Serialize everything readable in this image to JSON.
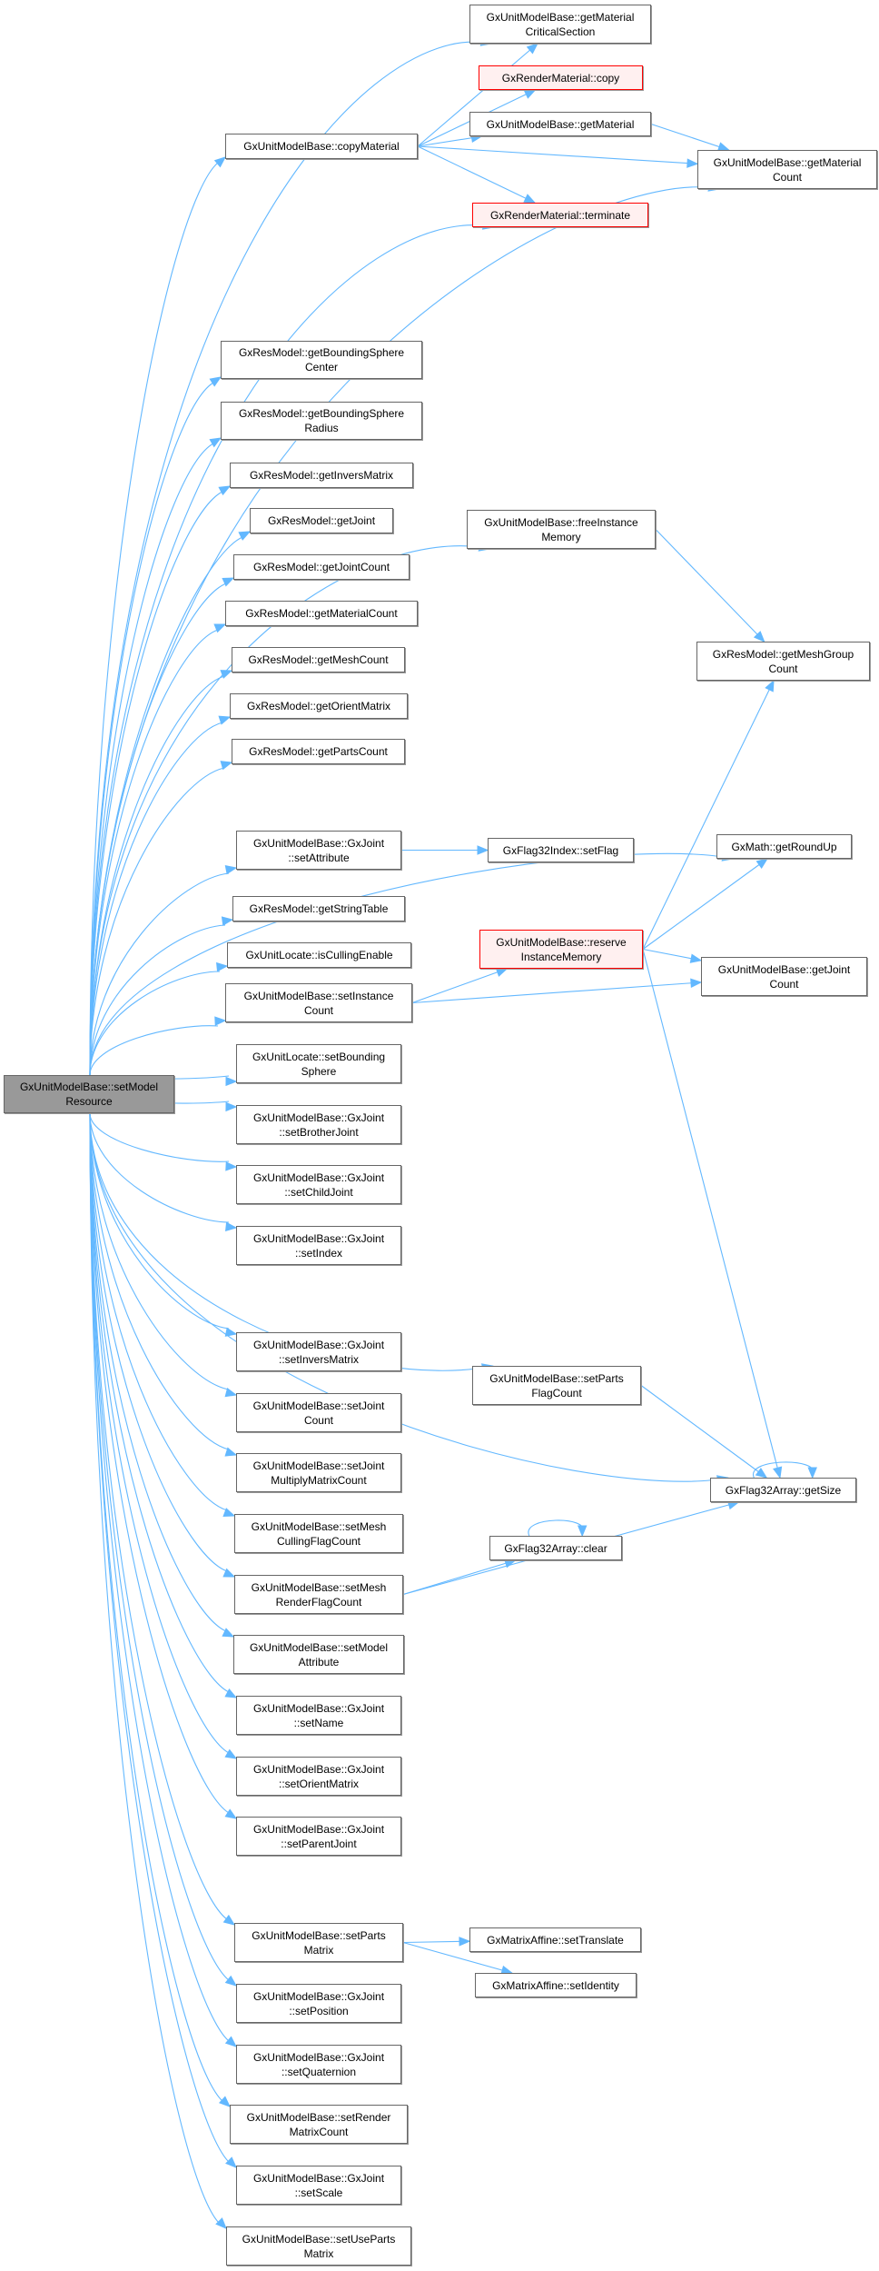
{
  "diagram": {
    "type": "call-graph",
    "edge_color": "#63b8ff",
    "node_border_color": "#666666",
    "root_fill_color": "#999999",
    "highlight_border_color": "#ff0000",
    "highlight_fill_color": "#fff0f0",
    "nodes": {
      "root": "GxUnitModelBase::setModel\nResource",
      "copyMaterial": "GxUnitModelBase::copyMaterial",
      "getMaterialCriticalSection": "GxUnitModelBase::getMaterial\nCriticalSection",
      "renderMaterialCopy": "GxRenderMaterial::copy",
      "getMaterial": "GxUnitModelBase::getMaterial",
      "getMaterialCount": "GxUnitModelBase::getMaterial\nCount",
      "renderMaterialTerminate": "GxRenderMaterial::terminate",
      "getBoundingSphereCenter": "GxResModel::getBoundingSphere\nCenter",
      "getBoundingSphereRadius": "GxResModel::getBoundingSphere\nRadius",
      "getInversMatrix": "GxResModel::getInversMatrix",
      "getJoint": "GxResModel::getJoint",
      "getJointCountRes": "GxResModel::getJointCount",
      "resGetMaterialCount": "GxResModel::getMaterialCount",
      "getMeshCount": "GxResModel::getMeshCount",
      "getOrientMatrix": "GxResModel::getOrientMatrix",
      "getPartsCount": "GxResModel::getPartsCount",
      "freeInstanceMemory": "GxUnitModelBase::freeInstance\nMemory",
      "getMeshGroupCount": "GxResModel::getMeshGroup\nCount",
      "setAttribute": "GxUnitModelBase::GxJoint\n::setAttribute",
      "setFlag": "GxFlag32Index::setFlag",
      "getRoundUp": "GxMath::getRoundUp",
      "getStringTable": "GxResModel::getStringTable",
      "isCullingEnable": "GxUnitLocate::isCullingEnable",
      "setInstanceCount": "GxUnitModelBase::setInstance\nCount",
      "reserveInstanceMemory": "GxUnitModelBase::reserve\nInstanceMemory",
      "getJointCount": "GxUnitModelBase::getJoint\nCount",
      "setBoundingSphere": "GxUnitLocate::setBounding\nSphere",
      "setBrotherJoint": "GxUnitModelBase::GxJoint\n::setBrotherJoint",
      "setChildJoint": "GxUnitModelBase::GxJoint\n::setChildJoint",
      "setIndex": "GxUnitModelBase::GxJoint\n::setIndex",
      "setInversMatrix": "GxUnitModelBase::GxJoint\n::setInversMatrix",
      "setPartsFlagCount": "GxUnitModelBase::setParts\nFlagCount",
      "setJointCount": "GxUnitModelBase::setJoint\nCount",
      "setJointMultiplyMatrixCount": "GxUnitModelBase::setJoint\nMultiplyMatrixCount",
      "getSize": "GxFlag32Array::getSize",
      "setMeshCullingFlagCount": "GxUnitModelBase::setMesh\nCullingFlagCount",
      "clear": "GxFlag32Array::clear",
      "setMeshRenderFlagCount": "GxUnitModelBase::setMesh\nRenderFlagCount",
      "setModelAttribute": "GxUnitModelBase::setModel\nAttribute",
      "setName": "GxUnitModelBase::GxJoint\n::setName",
      "setOrientMatrix": "GxUnitModelBase::GxJoint\n::setOrientMatrix",
      "setParentJoint": "GxUnitModelBase::GxJoint\n::setParentJoint",
      "setPartsMatrix": "GxUnitModelBase::setParts\nMatrix",
      "setTranslate": "GxMatrixAffine::setTranslate",
      "setIdentity": "GxMatrixAffine::setIdentity",
      "setPosition": "GxUnitModelBase::GxJoint\n::setPosition",
      "setQuaternion": "GxUnitModelBase::GxJoint\n::setQuaternion",
      "setRenderMatrixCount": "GxUnitModelBase::setRender\nMatrixCount",
      "setScale": "GxUnitModelBase::GxJoint\n::setScale",
      "setUsePartsMatrix": "GxUnitModelBase::setUseParts\nMatrix"
    },
    "edges": [
      [
        "root",
        "getMaterialCriticalSection"
      ],
      [
        "root",
        "copyMaterial"
      ],
      [
        "root",
        "renderMaterialTerminate"
      ],
      [
        "root",
        "getMaterialCount"
      ],
      [
        "root",
        "freeInstanceMemory"
      ],
      [
        "root",
        "getBoundingSphereCenter"
      ],
      [
        "root",
        "getBoundingSphereRadius"
      ],
      [
        "root",
        "getInversMatrix"
      ],
      [
        "root",
        "getJoint"
      ],
      [
        "root",
        "getJointCountRes"
      ],
      [
        "root",
        "resGetMaterialCount"
      ],
      [
        "root",
        "getMeshCount"
      ],
      [
        "root",
        "getOrientMatrix"
      ],
      [
        "root",
        "getPartsCount"
      ],
      [
        "root",
        "getRoundUp"
      ],
      [
        "root",
        "setAttribute"
      ],
      [
        "root",
        "getStringTable"
      ],
      [
        "root",
        "isCullingEnable"
      ],
      [
        "root",
        "setInstanceCount"
      ],
      [
        "root",
        "setBoundingSphere"
      ],
      [
        "root",
        "setBrotherJoint"
      ],
      [
        "root",
        "setChildJoint"
      ],
      [
        "root",
        "setIndex"
      ],
      [
        "root",
        "setPartsFlagCount"
      ],
      [
        "root",
        "setInversMatrix"
      ],
      [
        "root",
        "setJointCount"
      ],
      [
        "root",
        "setJointMultiplyMatrixCount"
      ],
      [
        "root",
        "setMeshCullingFlagCount"
      ],
      [
        "root",
        "setMeshRenderFlagCount"
      ],
      [
        "root",
        "setModelAttribute"
      ],
      [
        "root",
        "setName"
      ],
      [
        "root",
        "setOrientMatrix"
      ],
      [
        "root",
        "setParentJoint"
      ],
      [
        "root",
        "getSize"
      ],
      [
        "root",
        "setPartsMatrix"
      ],
      [
        "root",
        "setPosition"
      ],
      [
        "root",
        "setQuaternion"
      ],
      [
        "root",
        "setRenderMatrixCount"
      ],
      [
        "root",
        "setScale"
      ],
      [
        "root",
        "setUsePartsMatrix"
      ],
      [
        "copyMaterial",
        "getMaterialCriticalSection"
      ],
      [
        "copyMaterial",
        "renderMaterialCopy"
      ],
      [
        "copyMaterial",
        "getMaterial"
      ],
      [
        "copyMaterial",
        "getMaterialCount"
      ],
      [
        "copyMaterial",
        "renderMaterialTerminate"
      ],
      [
        "getMaterial",
        "getMaterialCount"
      ],
      [
        "freeInstanceMemory",
        "getMeshGroupCount"
      ],
      [
        "setAttribute",
        "setFlag"
      ],
      [
        "setInstanceCount",
        "reserveInstanceMemory"
      ],
      [
        "setInstanceCount",
        "getJointCount"
      ],
      [
        "reserveInstanceMemory",
        "getMeshGroupCount"
      ],
      [
        "reserveInstanceMemory",
        "getRoundUp"
      ],
      [
        "reserveInstanceMemory",
        "getJointCount"
      ],
      [
        "reserveInstanceMemory",
        "getSize"
      ],
      [
        "setPartsFlagCount",
        "getSize"
      ],
      [
        "getSize",
        "getSize"
      ],
      [
        "clear",
        "clear"
      ],
      [
        "setMeshRenderFlagCount",
        "clear"
      ],
      [
        "setMeshRenderFlagCount",
        "getSize"
      ],
      [
        "setPartsMatrix",
        "setTranslate"
      ],
      [
        "setPartsMatrix",
        "setIdentity"
      ]
    ]
  }
}
